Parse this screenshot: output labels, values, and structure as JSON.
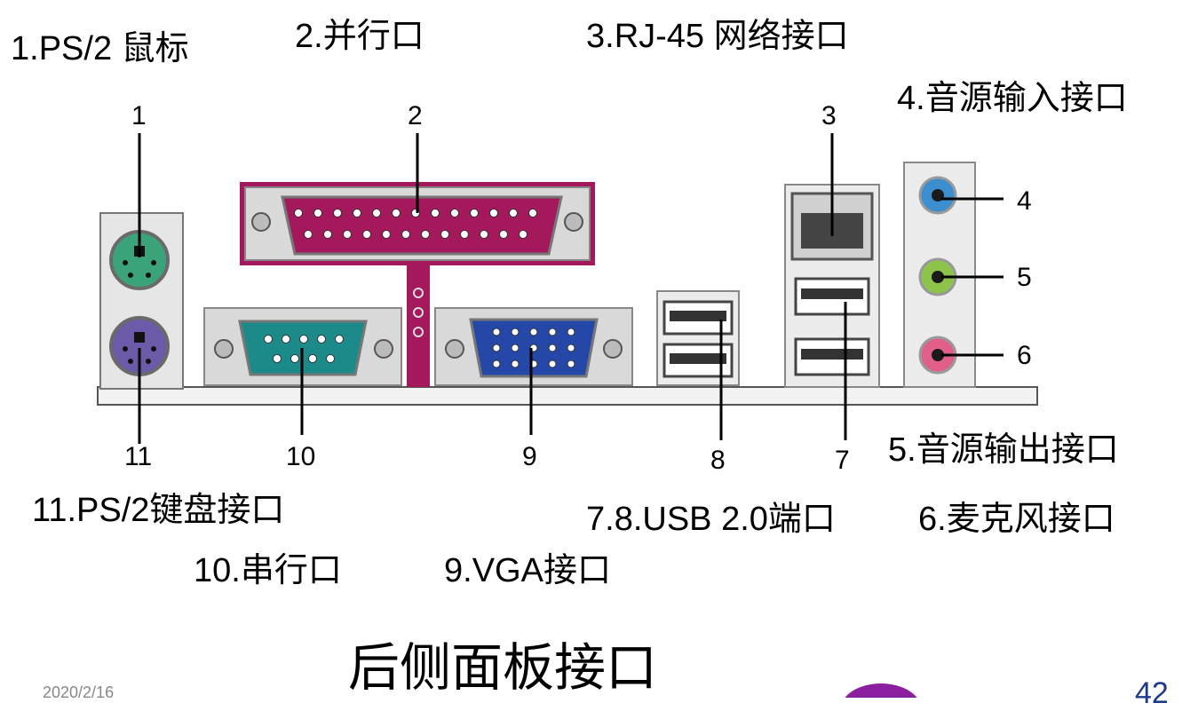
{
  "labels": {
    "ps2_mouse": "1.PS/2 鼠标",
    "parallel": "2.并行口",
    "rj45": "3.RJ-45 网络接口",
    "audio_in": "4.音源输入接口",
    "audio_out": "5.音源输出接口",
    "mic": "6.麦克风接口",
    "usb": "7.8.USB 2.0端口",
    "vga": "9.VGA接口",
    "serial": "10.串行口",
    "ps2_keyboard": "11.PS/2键盘接口"
  },
  "callouts": [
    "1",
    "2",
    "3",
    "4",
    "5",
    "6",
    "7",
    "8",
    "9",
    "10",
    "11"
  ],
  "title": "后侧面板接口",
  "footer": {
    "date": "2020/2/16",
    "page": "42"
  },
  "colors": {
    "ps2_mouse": "#3aa37a",
    "ps2_keyboard": "#6a5aa8",
    "parallel": "#a3195b",
    "serial": "#1d8a8a",
    "vga": "#2548a8",
    "audio_in": "#3b8fd0",
    "audio_out": "#8cc34a",
    "mic": "#e0608a",
    "logo": "#8a1fa0"
  }
}
